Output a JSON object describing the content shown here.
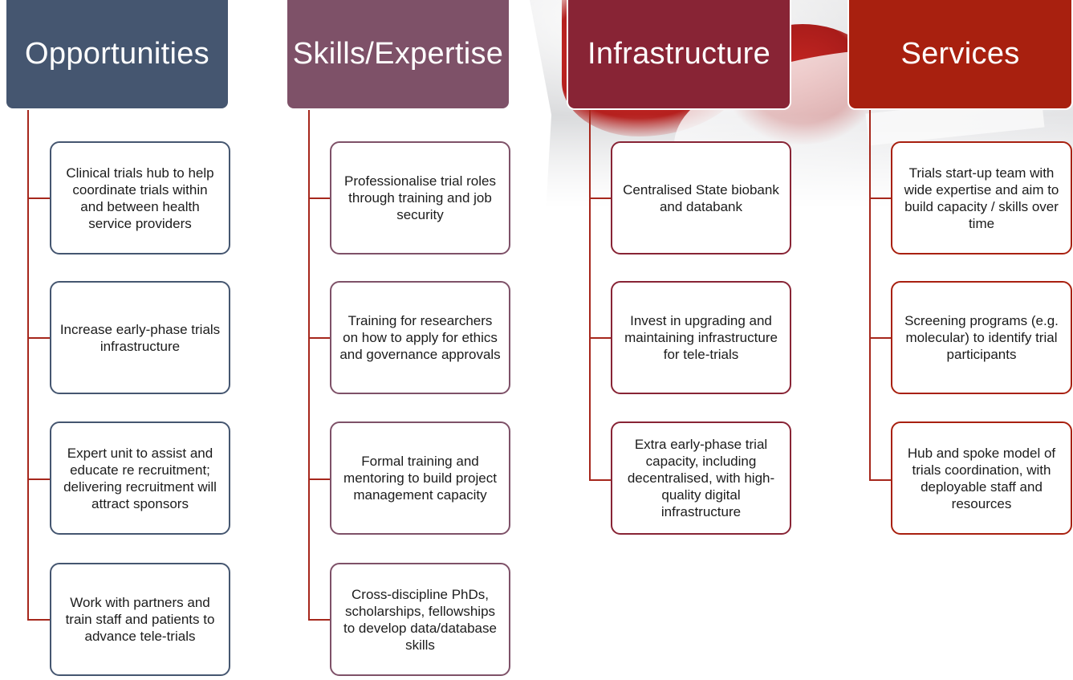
{
  "columns": [
    {
      "title": "Opportunities",
      "color": "#455670",
      "items": [
        "Clinical trials hub to help coordinate trials within and between health service providers",
        "Increase early-phase trials infrastructure",
        "Expert unit to assist and educate re recruitment; delivering recruitment will attract sponsors",
        "Work with partners and train staff and patients to advance tele-trials"
      ]
    },
    {
      "title": "Skills/Expertise",
      "color": "#7e5168",
      "items": [
        "Professionalise trial roles through training and job security",
        "Training for researchers on how to apply for ethics and governance approvals",
        "Formal training and mentoring to build project management capacity",
        "Cross-discipline PhDs, scholarships, fellowships to develop data/database skills"
      ]
    },
    {
      "title": "Infrastructure",
      "color": "#882435",
      "items": [
        "Centralised State biobank and databank",
        "Invest in upgrading and maintaining infrastructure for tele-trials",
        "Extra early-phase trial capacity, including decentralised, with high-quality digital infrastructure"
      ]
    },
    {
      "title": "Services",
      "color": "#a8200f",
      "items": [
        "Trials start-up team with wide expertise and aim to build capacity / skills over time",
        "Screening programs (e.g. molecular) to identify trial participants",
        "Hub and spoke model of trials coordination, with deployable staff and resources"
      ]
    }
  ]
}
